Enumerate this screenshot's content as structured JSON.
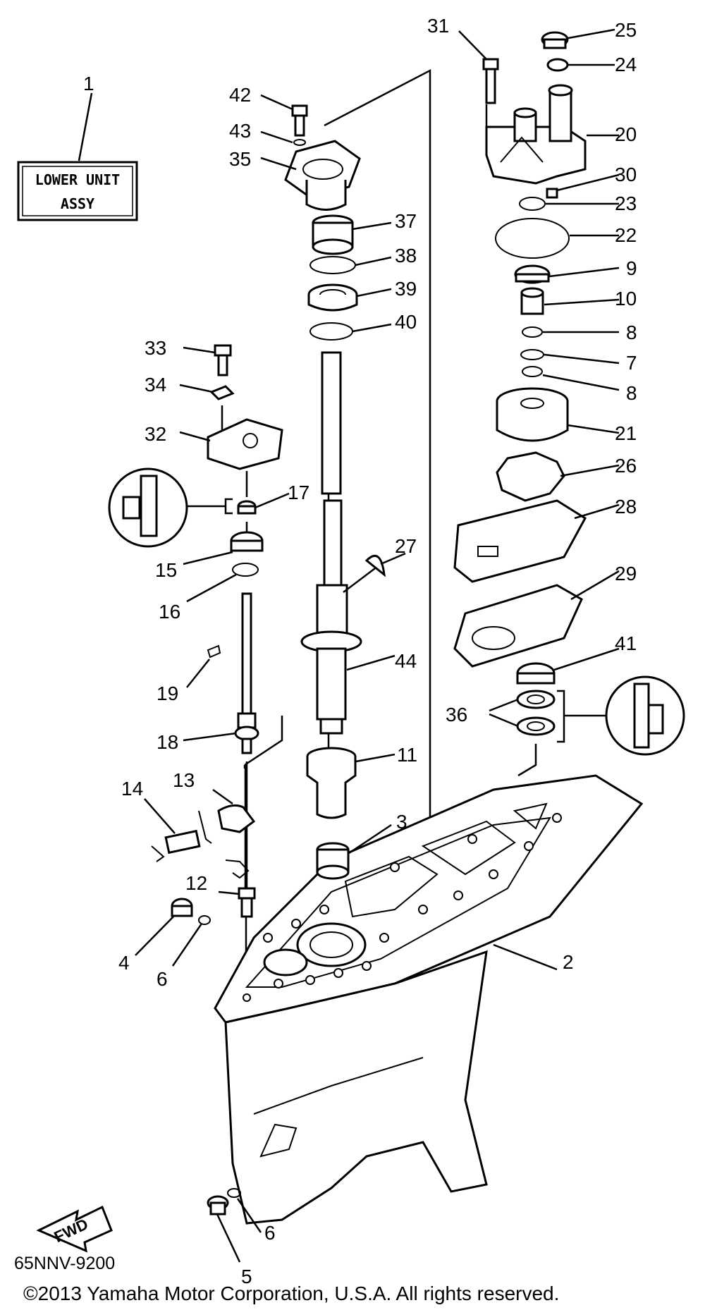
{
  "label_box": {
    "line1": "LOWER UNIT",
    "line2": "ASSY"
  },
  "callouts": {
    "p1": "1",
    "p2": "2",
    "p3": "3",
    "p4": "4",
    "p5": "5",
    "p6a": "6",
    "p6b": "6",
    "p7": "7",
    "p8a": "8",
    "p8b": "8",
    "p9": "9",
    "p10": "10",
    "p11": "11",
    "p12": "12",
    "p13": "13",
    "p14": "14",
    "p15": "15",
    "p16": "16",
    "p17": "17",
    "p18": "18",
    "p19": "19",
    "p20": "20",
    "p21": "21",
    "p22": "22",
    "p23": "23",
    "p24": "24",
    "p25": "25",
    "p26": "26",
    "p27": "27",
    "p28": "28",
    "p29": "29",
    "p30": "30",
    "p31": "31",
    "p32": "32",
    "p33": "33",
    "p34": "34",
    "p35": "35",
    "p36": "36",
    "p37": "37",
    "p38": "38",
    "p39": "39",
    "p40": "40",
    "p41": "41",
    "p42": "42",
    "p43": "43",
    "p44": "44"
  },
  "fwd_label": "FWD",
  "drawing_number": "65NNV-9200",
  "copyright": "©2013 Yamaha Motor Corporation, U.S.A. All rights reserved."
}
